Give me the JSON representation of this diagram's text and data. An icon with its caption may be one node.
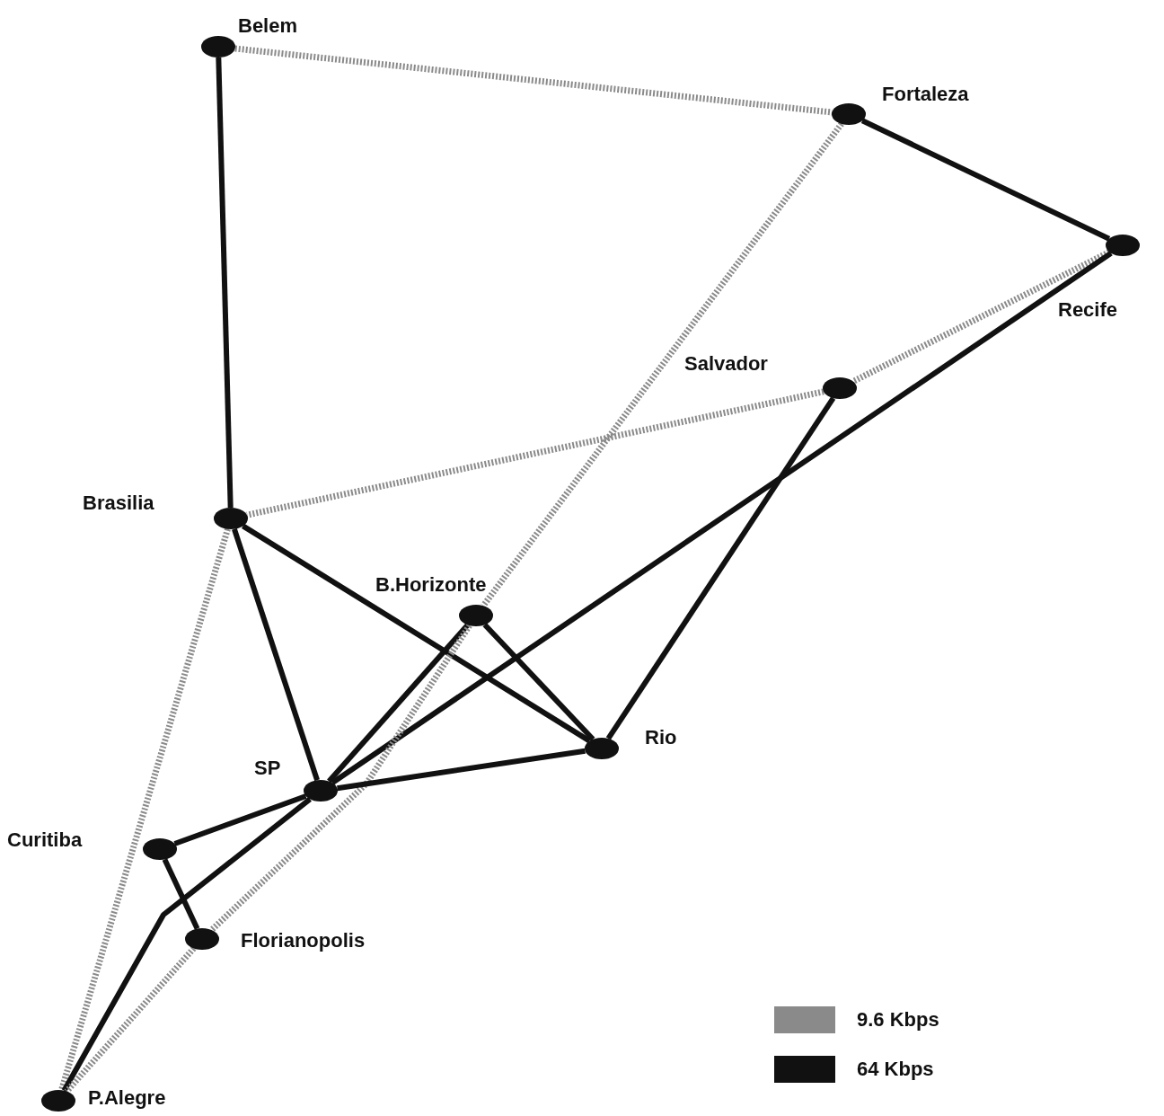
{
  "diagram": {
    "nodes": [
      {
        "text": [],
        "shape": "circle",
        "beside": [
          "Belem"
        ]
      },
      {
        "text": [],
        "shape": "circle",
        "beside": [
          "Fortaleza"
        ]
      },
      {
        "text": [],
        "shape": "circle",
        "beside": [
          "Recife"
        ]
      },
      {
        "text": [],
        "shape": "circle",
        "beside": [
          "Salvador"
        ]
      },
      {
        "text": [],
        "shape": "circle",
        "beside": [
          "Brasilia"
        ]
      },
      {
        "text": [],
        "shape": "circle",
        "beside": [
          "B.Horizonte"
        ]
      },
      {
        "text": [],
        "shape": "circle",
        "beside": [
          "Rio"
        ]
      },
      {
        "text": [],
        "shape": "circle",
        "beside": [
          "SP"
        ]
      },
      {
        "text": [],
        "shape": "circle",
        "beside": [
          "Curitiba"
        ]
      },
      {
        "text": [],
        "shape": "circle",
        "beside": [
          "Florianopolis"
        ]
      },
      {
        "text": [],
        "shape": "circle",
        "beside": [
          "P.Alegre"
        ]
      }
    ],
    "edges": [
      {
        "from": 0,
        "to": 1,
        "arrow": "none",
        "style": "dashed",
        "color": "#8a8a8a"
      },
      {
        "from": 0,
        "to": 4,
        "arrow": "none"
      },
      {
        "from": 1,
        "to": 2,
        "arrow": "none"
      },
      {
        "from": 1,
        "to": 5,
        "arrow": "none",
        "style": "dashed",
        "color": "#8a8a8a"
      },
      {
        "from": 2,
        "to": 3,
        "arrow": "none",
        "style": "dashed",
        "color": "#8a8a8a"
      },
      {
        "from": 2,
        "to": 7,
        "arrow": "none"
      },
      {
        "from": 3,
        "to": 4,
        "arrow": "none",
        "style": "dashed",
        "color": "#8a8a8a"
      },
      {
        "from": 3,
        "to": 6,
        "arrow": "none"
      },
      {
        "from": 4,
        "to": 7,
        "arrow": "none"
      },
      {
        "from": 4,
        "to": 6,
        "arrow": "none"
      },
      {
        "from": 4,
        "to": 10,
        "arrow": "none",
        "style": "dashed",
        "color": "#8a8a8a"
      },
      {
        "from": 5,
        "to": 6,
        "arrow": "none"
      },
      {
        "from": 5,
        "to": 7,
        "arrow": "none"
      },
      {
        "from": 5,
        "to": 9,
        "arrow": "none",
        "style": "dashed",
        "color": "#8a8a8a"
      },
      {
        "from": 7,
        "to": 6,
        "arrow": "none"
      },
      {
        "from": 7,
        "to": 8,
        "arrow": "none"
      },
      {
        "from": 7,
        "to": 10,
        "arrow": "none"
      },
      {
        "from": 8,
        "to": 9,
        "arrow": "none"
      },
      {
        "from": 9,
        "to": 10,
        "arrow": "none",
        "style": "dashed",
        "color": "#8a8a8a"
      }
    ],
    "legend": [
      {
        "text": "9.6 Kbps",
        "color": "#8a8a8a"
      },
      {
        "text": "64 Kbps",
        "color": "#111111"
      }
    ]
  }
}
